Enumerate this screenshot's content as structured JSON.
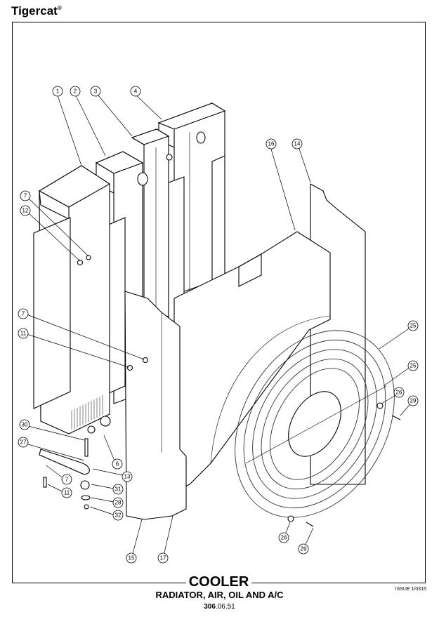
{
  "header": {
    "brand": "Tigercat",
    "brand_mark": "®"
  },
  "footer": {
    "title": "COOLER",
    "subtitle": "RADIATOR, AIR, OIL AND A/C",
    "part_number_bold": "306",
    "part_number_rest": ".06.51",
    "issue": "ISSUE 1/0315"
  },
  "callouts": [
    {
      "id": "callout-1",
      "label": "1"
    },
    {
      "id": "callout-2",
      "label": "2"
    },
    {
      "id": "callout-3",
      "label": "3"
    },
    {
      "id": "callout-4",
      "label": "4"
    },
    {
      "id": "callout-16",
      "label": "16"
    },
    {
      "id": "callout-14",
      "label": "14"
    },
    {
      "id": "callout-7a",
      "label": "7"
    },
    {
      "id": "callout-12",
      "label": "12"
    },
    {
      "id": "callout-7b",
      "label": "7"
    },
    {
      "id": "callout-11a",
      "label": "11"
    },
    {
      "id": "callout-25a",
      "label": "25"
    },
    {
      "id": "callout-25b",
      "label": "25"
    },
    {
      "id": "callout-26a",
      "label": "26"
    },
    {
      "id": "callout-29a",
      "label": "29"
    },
    {
      "id": "callout-30",
      "label": "30"
    },
    {
      "id": "callout-27",
      "label": "27"
    },
    {
      "id": "callout-6",
      "label": "6"
    },
    {
      "id": "callout-13",
      "label": "13"
    },
    {
      "id": "callout-7c",
      "label": "7"
    },
    {
      "id": "callout-31",
      "label": "31"
    },
    {
      "id": "callout-11b",
      "label": "11"
    },
    {
      "id": "callout-28",
      "label": "28"
    },
    {
      "id": "callout-32",
      "label": "32"
    },
    {
      "id": "callout-15",
      "label": "15"
    },
    {
      "id": "callout-17",
      "label": "17"
    },
    {
      "id": "callout-26b",
      "label": "26"
    },
    {
      "id": "callout-29b",
      "label": "29"
    }
  ]
}
